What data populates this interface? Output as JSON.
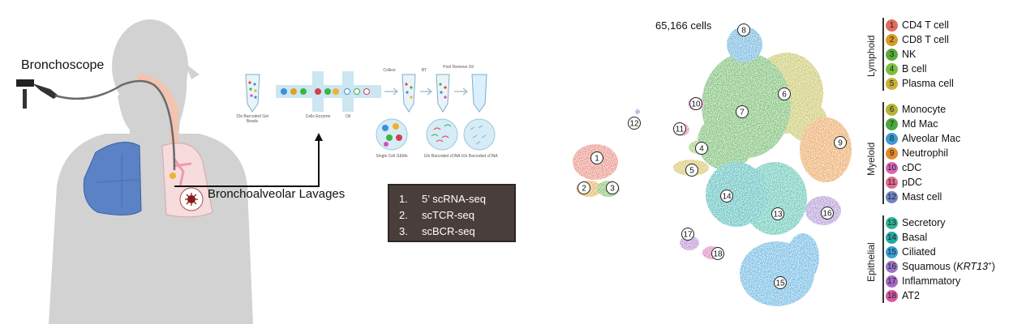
{
  "illustration": {
    "bronchoscope_label": "Bronchoscope",
    "bal_label": "Bronchoalveolar Lavages",
    "workflow_labels": {
      "gel_beads": "10x Barcoded Gel Beads",
      "cells": "Cells Enzyme",
      "oil": "Oil",
      "collect": "Collect",
      "rt": "RT",
      "pool": "Pool Remove Oil",
      "single_cell": "Single Cell GEMs",
      "barcoded_cdna_1": "10x Barcoded cDNA",
      "barcoded_cdna_2": "10x Barcoded cDNA"
    }
  },
  "methods": [
    {
      "num": "1.",
      "label": "5’ scRNA-seq"
    },
    {
      "num": "2.",
      "label": "scTCR-seq"
    },
    {
      "num": "3.",
      "label": "scBCR-seq"
    }
  ],
  "umap": {
    "cell_count": "65,166 cells",
    "clusters": [
      {
        "id": "1",
        "name": "CD4 T cell",
        "color": "#e06b5b"
      },
      {
        "id": "2",
        "name": "CD8 T cell",
        "color": "#d99a2b"
      },
      {
        "id": "3",
        "name": "NK",
        "color": "#5aad3a"
      },
      {
        "id": "4",
        "name": "B cell",
        "color": "#7bbf3f"
      },
      {
        "id": "5",
        "name": "Plasma cell",
        "color": "#c9b035"
      },
      {
        "id": "6",
        "name": "Monocyte",
        "color": "#b6b335"
      },
      {
        "id": "7",
        "name": "Md Mac",
        "color": "#4aa640"
      },
      {
        "id": "8",
        "name": "Alveolar Mac",
        "color": "#3d9ad1"
      },
      {
        "id": "9",
        "name": "Neutrophil",
        "color": "#e38a2e"
      },
      {
        "id": "10",
        "name": "cDC",
        "color": "#d864b8"
      },
      {
        "id": "11",
        "name": "pDC",
        "color": "#df6b8f"
      },
      {
        "id": "12",
        "name": "Mast cell",
        "color": "#6f84c4"
      },
      {
        "id": "13",
        "name": "Secretory",
        "color": "#2fb39b"
      },
      {
        "id": "14",
        "name": "Basal",
        "color": "#23a8a6"
      },
      {
        "id": "15",
        "name": "Ciliated",
        "color": "#3a9fd8"
      },
      {
        "id": "16",
        "name": "Squamous (",
        "italic": "KRT13",
        "sup": "+",
        "tail": ")",
        "color": "#9b76c6"
      },
      {
        "id": "17",
        "name": "Inflammatory",
        "color": "#a468c4"
      },
      {
        "id": "18",
        "name": "AT2",
        "color": "#d35aa5"
      }
    ],
    "groups": [
      {
        "name": "Lymphoid",
        "members": [
          "1",
          "2",
          "3",
          "4",
          "5"
        ]
      },
      {
        "name": "Myeloid",
        "members": [
          "6",
          "7",
          "8",
          "9",
          "10",
          "11",
          "12"
        ]
      },
      {
        "name": "Epithelial",
        "members": [
          "13",
          "14",
          "15",
          "16",
          "17",
          "18"
        ]
      }
    ]
  }
}
